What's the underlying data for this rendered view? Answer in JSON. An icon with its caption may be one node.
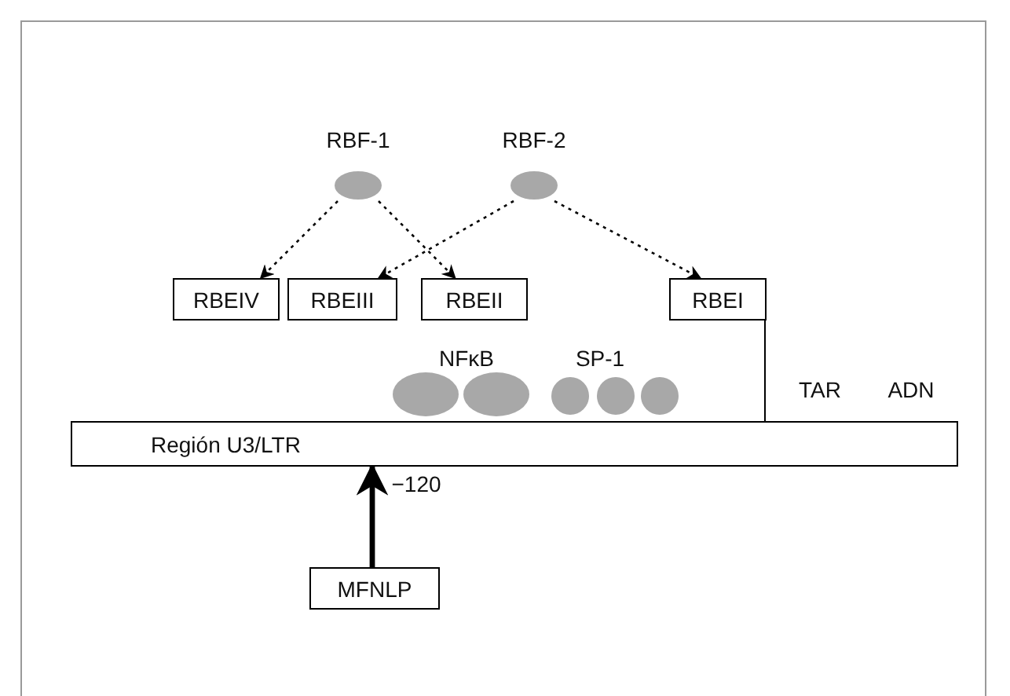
{
  "diagram": {
    "nodes": [
      {
        "text": [
          "RBF-1"
        ]
      },
      {
        "text": [
          "RBF-2"
        ]
      },
      {
        "text": [
          "RBEIV"
        ]
      },
      {
        "text": [
          "RBEIII"
        ]
      },
      {
        "text": [
          "RBEII"
        ]
      },
      {
        "text": [
          "RBEI"
        ]
      },
      {
        "text": [
          "Región U3/LTR"
        ]
      },
      {
        "text": [
          "MFNLP"
        ]
      }
    ],
    "edges": [
      {
        "from": 0,
        "to": 2,
        "arrow": "to",
        "style": "dashed"
      },
      {
        "from": 0,
        "to": 4,
        "arrow": "to",
        "style": "dashed"
      },
      {
        "from": 1,
        "to": 3,
        "arrow": "to",
        "style": "dashed"
      },
      {
        "from": 1,
        "to": 5,
        "arrow": "to",
        "style": "dashed"
      },
      {
        "from": 5,
        "to": 6,
        "arrow": "none"
      },
      {
        "from": 7,
        "to": 6,
        "arrow": "to",
        "style": "thick",
        "label": "−120"
      }
    ],
    "labels": [
      "NFκB",
      "SP-1",
      "TAR",
      "ADN"
    ]
  }
}
